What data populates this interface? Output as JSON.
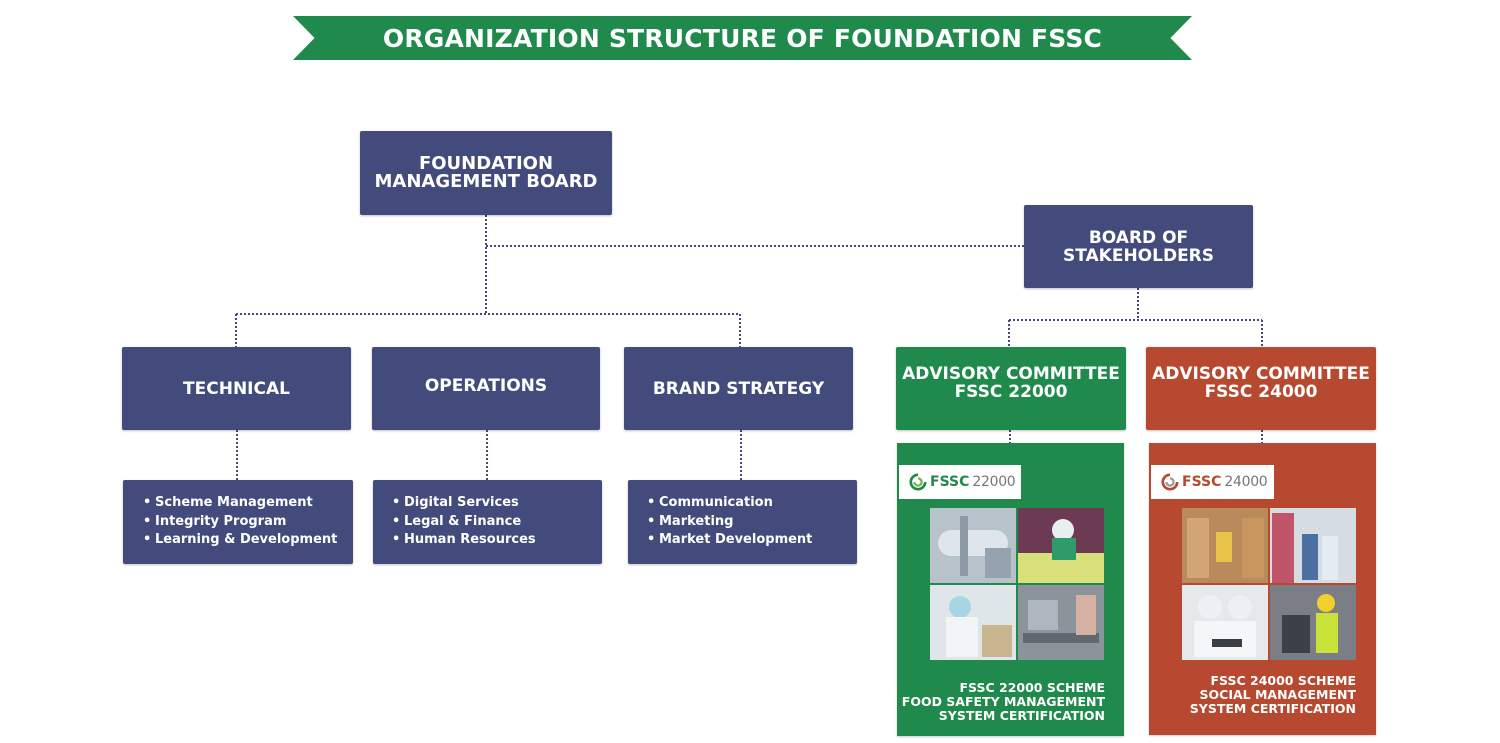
{
  "title": "ORGANIZATION STRUCTURE OF FOUNDATION FSSC",
  "boards": {
    "management": "FOUNDATION MANAGEMENT BOARD",
    "stakeholders": "BOARD OF STAKEHOLDERS"
  },
  "departments": [
    {
      "name": "TECHNICAL",
      "items": [
        "Scheme Management",
        "Integrity Program",
        "Learning & Development"
      ]
    },
    {
      "name": "OPERATIONS",
      "items": [
        "Digital Services",
        "Legal & Finance",
        "Human Resources"
      ]
    },
    {
      "name": "BRAND STRATEGY",
      "items": [
        "Communication",
        "Marketing",
        "Market Development"
      ]
    }
  ],
  "committees": [
    {
      "line1": "ADVISORY COMMITTEE",
      "line2": "FSSC 22000",
      "logo_brand": "FSSC",
      "logo_number": "22000",
      "scheme_lines": [
        "FSSC 22000 SCHEME",
        "FOOD SAFETY MANAGEMENT",
        "SYSTEM CERTIFICATION"
      ],
      "color": "#1f8a4c"
    },
    {
      "line1": "ADVISORY COMMITTEE",
      "line2": "FSSC 24000",
      "logo_brand": "FSSC",
      "logo_number": "24000",
      "scheme_lines": [
        "FSSC 24000 SCHEME",
        "SOCIAL MANAGEMENT",
        "SYSTEM CERTIFICATION"
      ],
      "color": "#b6492f"
    }
  ],
  "colors": {
    "navy": "#434b7d",
    "green": "#1f8a4c",
    "red": "#b6492f",
    "connector": "#434b7d"
  }
}
